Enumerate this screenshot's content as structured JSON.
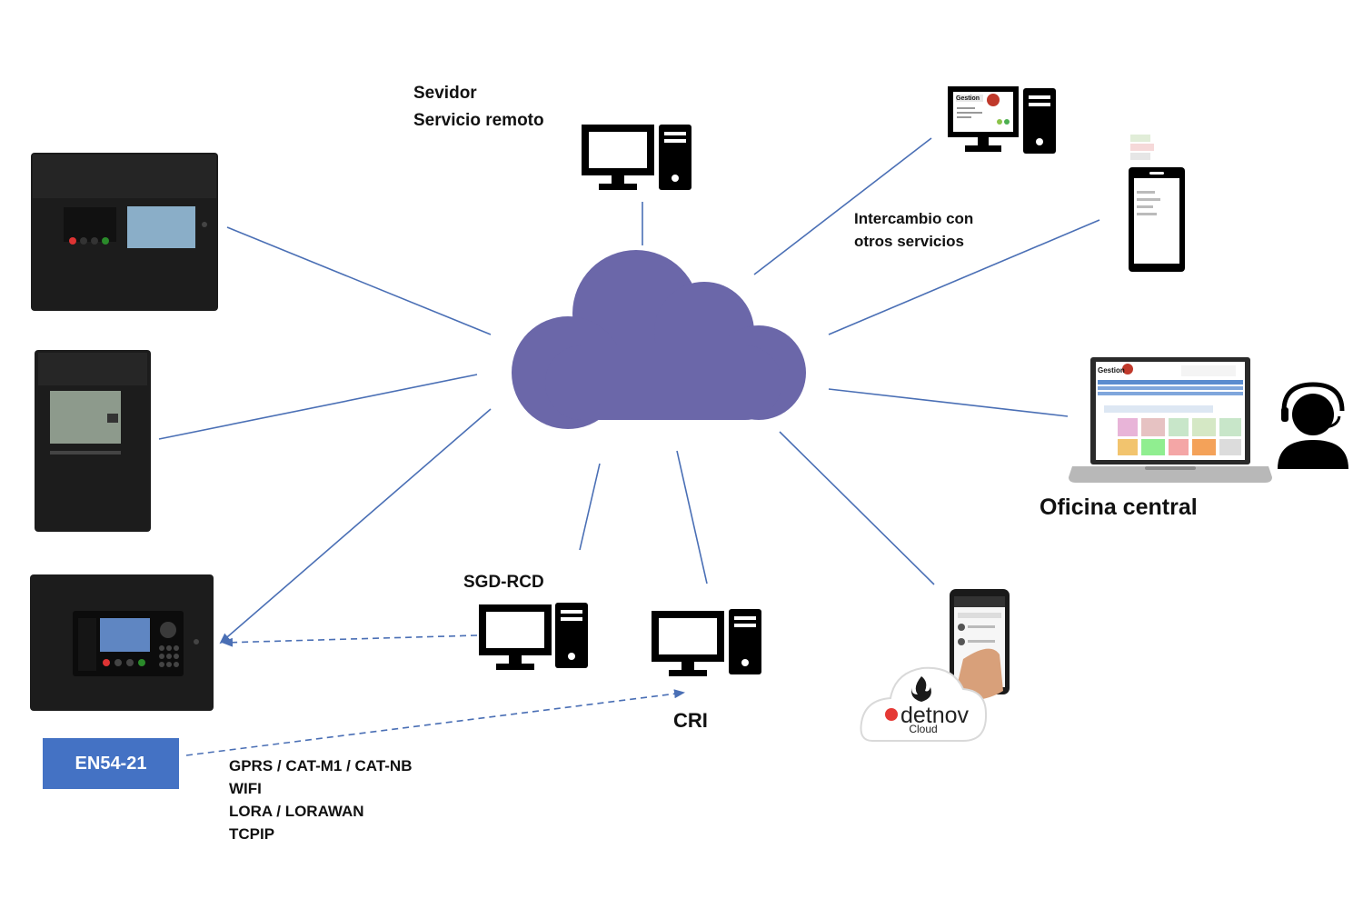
{
  "labels": {
    "server_line1": "Sevidor",
    "server_line2": "Servicio remoto",
    "exchange_line1": "Intercambio con",
    "exchange_line2": "otros servicios",
    "central_office": "Oficina central",
    "sgd_rcd": "SGD-RCD",
    "cri": "CRI",
    "en54": "EN54-21",
    "protocols": [
      "GPRS / CAT-M1 / CAT-NB",
      "WIFI",
      "LORA / LORAWAN",
      "TCPIP"
    ]
  },
  "logos": {
    "gestion_text": "Gestion",
    "detnov_brand": "detnov",
    "detnov_cloud": "Cloud"
  },
  "colors": {
    "cloud": "#6b67a9",
    "connector": "#4a6fb5",
    "badge": "#4472c4",
    "panel": "#1c1c1c"
  }
}
